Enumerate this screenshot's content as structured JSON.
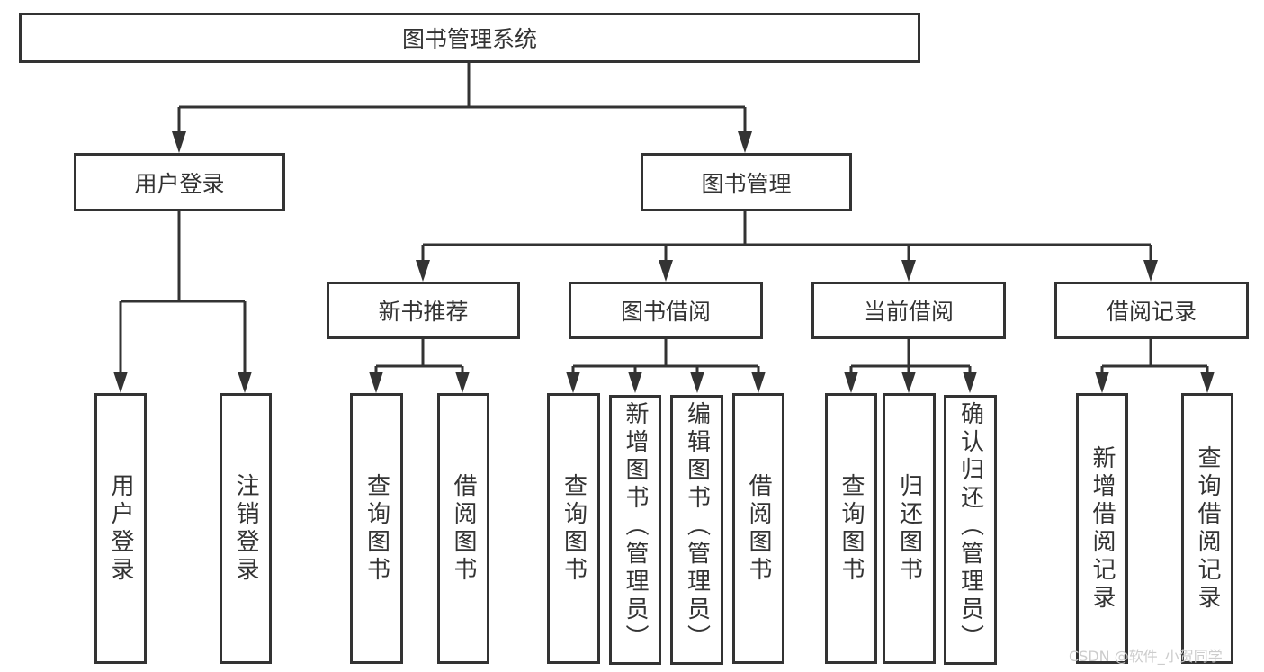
{
  "root": "图书管理系统",
  "level1": [
    "用户登录",
    "图书管理"
  ],
  "level2": [
    "新书推荐",
    "图书借阅",
    "当前借阅",
    "借阅记录"
  ],
  "leaves": {
    "user": [
      "用户登录",
      "注销登录"
    ],
    "new_books": [
      "查询图书",
      "借阅图书"
    ],
    "borrow": [
      "查询图书",
      "新增图书（管理员）",
      "编辑图书（管理员）",
      "借阅图书"
    ],
    "current": [
      "查询图书",
      "归还图书",
      "确认归还（管理员）"
    ],
    "records": [
      "新增借阅记录",
      "查询借阅记录"
    ]
  },
  "watermark": "CSDN @软件_小贺同学"
}
